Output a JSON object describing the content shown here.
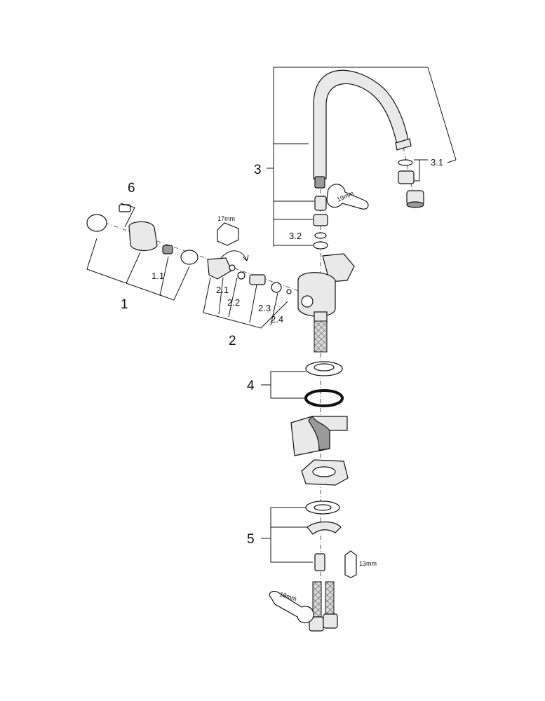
{
  "callouts": {
    "c1": "1",
    "c1_1": "1.1",
    "c2": "2",
    "c2_1": "2.1",
    "c2_2": "2.2",
    "c2_3": "2.3",
    "c2_4": "2.4",
    "c3": "3",
    "c3_1": "3.1",
    "c3_2": "3.2",
    "c4": "4",
    "c5": "5",
    "c6": "6"
  },
  "tool_sizes": {
    "hex_key_cartridge": "17mm",
    "wrench_spout": "19mm",
    "hex_key_stud": "13mm",
    "wrench_hoses": "19mm"
  },
  "colors": {
    "line": "#111111",
    "part_fill": "#e9e9e9",
    "part_dark": "#9a9a9a",
    "background": "#ffffff"
  }
}
